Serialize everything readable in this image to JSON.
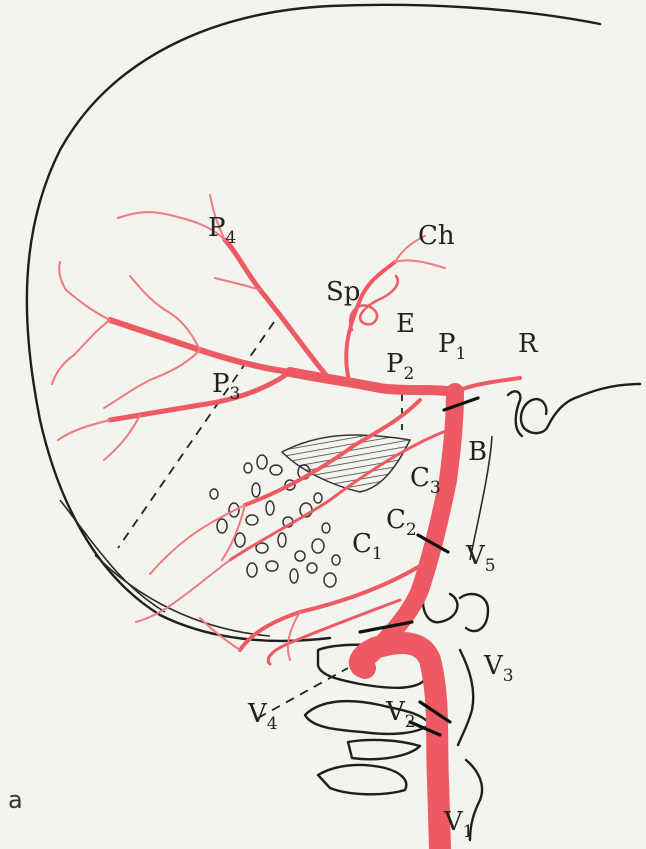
{
  "panel_label": "a",
  "labels": {
    "p4": {
      "main": "P",
      "sub": "4"
    },
    "ch": {
      "main": "Ch",
      "sub": ""
    },
    "sp": {
      "main": "Sp",
      "sub": ""
    },
    "e": {
      "main": "E",
      "sub": ""
    },
    "p1": {
      "main": "P",
      "sub": "1"
    },
    "r": {
      "main": "R",
      "sub": ""
    },
    "p2": {
      "main": "P",
      "sub": "2"
    },
    "p3": {
      "main": "P",
      "sub": "3"
    },
    "b": {
      "main": "B",
      "sub": ""
    },
    "c3": {
      "main": "C",
      "sub": "3"
    },
    "c2": {
      "main": "C",
      "sub": "2"
    },
    "c1": {
      "main": "C",
      "sub": "1"
    },
    "v5": {
      "main": "V",
      "sub": "5"
    },
    "v3": {
      "main": "V",
      "sub": "3"
    },
    "v4": {
      "main": "V",
      "sub": "4"
    },
    "v2": {
      "main": "V",
      "sub": "2"
    },
    "v1": {
      "main": "V",
      "sub": "1"
    }
  },
  "colors": {
    "artery": "#ee5a64",
    "artery_light": "#f07a82",
    "ink": "#1f1f1f",
    "paper": "#f4f4ee"
  }
}
